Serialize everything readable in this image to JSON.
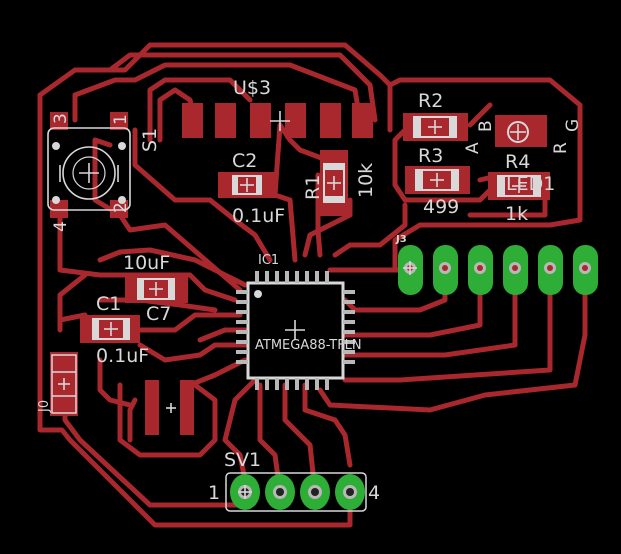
{
  "labels": {
    "us3": "U$3",
    "r2": "R2",
    "r3": "R3",
    "r4": "R4",
    "led1": "LED1",
    "c2": "C2",
    "c2_val": "0.1uF",
    "r1": "R1",
    "r1_val": "10k",
    "r3_val": "499",
    "r4_val": "1k",
    "s1": "S1",
    "pin3": "3",
    "pin1": "1",
    "pin4": "4",
    "pin2": "2",
    "c1": "C1",
    "c1_val": "0.1uF",
    "c7": "C7",
    "c7_val": "10uF",
    "ic1": "IC1",
    "ic1_val": "ATMEGA88-TFLN",
    "j0": "J0",
    "j3": "J3",
    "sv1": "SV1",
    "sv1_pin1": "1",
    "sv1_pin4": "4",
    "led_a": "A",
    "led_b": "B",
    "led_r": "R",
    "led_g": "G"
  },
  "colors": {
    "background": "#000000",
    "copper": "#a8282e",
    "silkscreen": "#d8d8d8",
    "pad_green": "#2fae37"
  }
}
